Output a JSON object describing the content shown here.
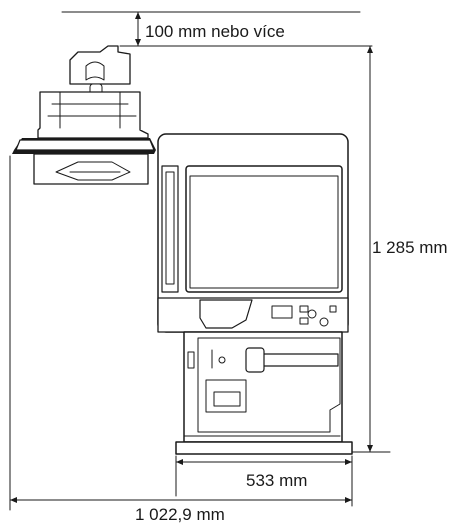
{
  "dimensions": {
    "clearance_top": "100 mm nebo více",
    "height": "1 285 mm",
    "width_unit": "533 mm",
    "width_total": "1 022,9 mm"
  }
}
